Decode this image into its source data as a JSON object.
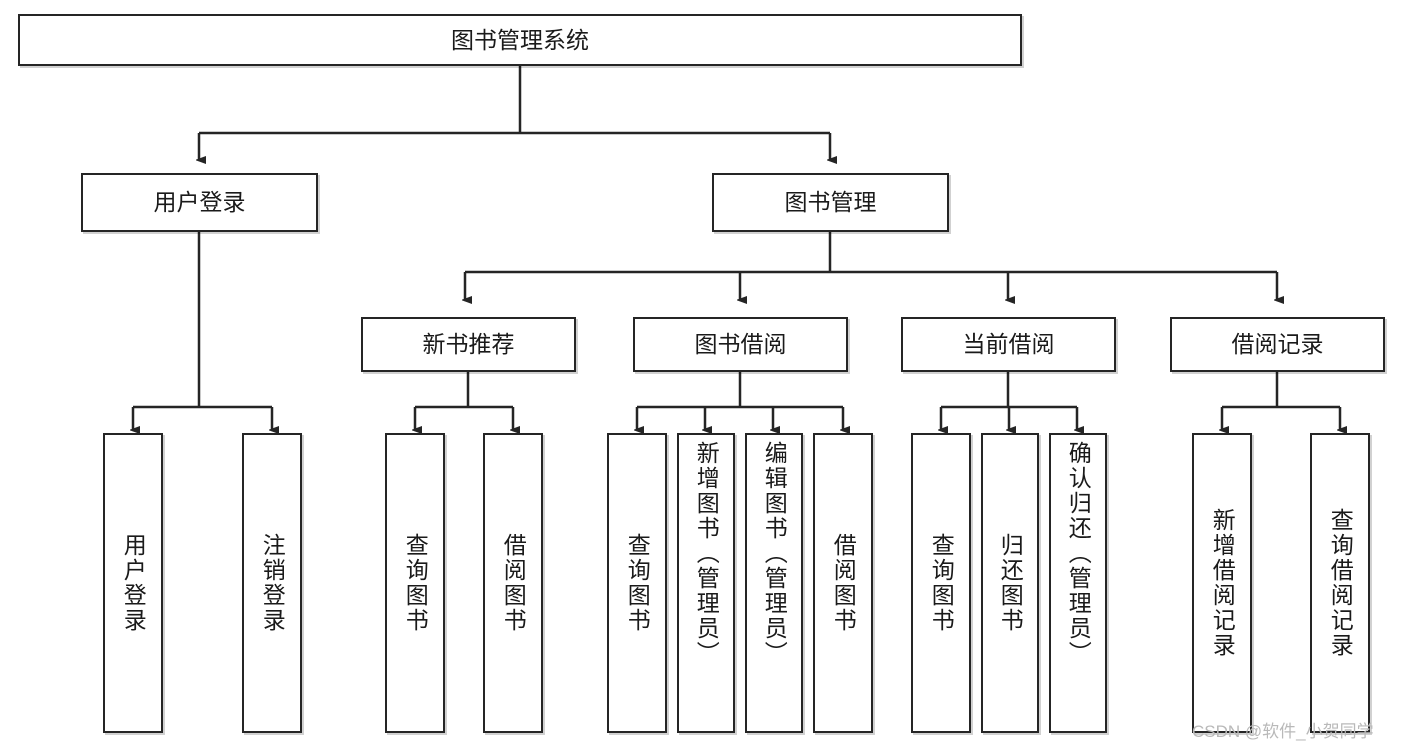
{
  "diagram": {
    "title": "图书管理系统",
    "type": "tree-hierarchy",
    "watermark": "CSDN @软件_小贺同学",
    "colors": {
      "border": "#252525",
      "background": "#ffffff",
      "text": "#1a1a1a",
      "watermark": "#b9b9b9"
    },
    "levels": {
      "root": {
        "label": "图书管理系统"
      },
      "level2": [
        {
          "label": "用户登录"
        },
        {
          "label": "图书管理"
        }
      ],
      "level3": [
        {
          "label": "新书推荐"
        },
        {
          "label": "图书借阅"
        },
        {
          "label": "当前借阅"
        },
        {
          "label": "借阅记录"
        }
      ],
      "leaves": [
        {
          "label": "用户登录",
          "parent": "用户登录"
        },
        {
          "label": "注销登录",
          "parent": "用户登录"
        },
        {
          "label": "查询图书",
          "parent": "新书推荐"
        },
        {
          "label": "借阅图书",
          "parent": "新书推荐"
        },
        {
          "label": "查询图书",
          "parent": "图书借阅"
        },
        {
          "label": "新增图书（管理员）",
          "parent": "图书借阅"
        },
        {
          "label": "编辑图书（管理员）",
          "parent": "图书借阅"
        },
        {
          "label": "借阅图书",
          "parent": "图书借阅"
        },
        {
          "label": "查询图书",
          "parent": "当前借阅"
        },
        {
          "label": "归还图书",
          "parent": "当前借阅"
        },
        {
          "label": "确认归还（管理员）",
          "parent": "当前借阅"
        },
        {
          "label": "新增借阅记录",
          "parent": "借阅记录"
        },
        {
          "label": "查询借阅记录",
          "parent": "借阅记录"
        }
      ]
    }
  }
}
